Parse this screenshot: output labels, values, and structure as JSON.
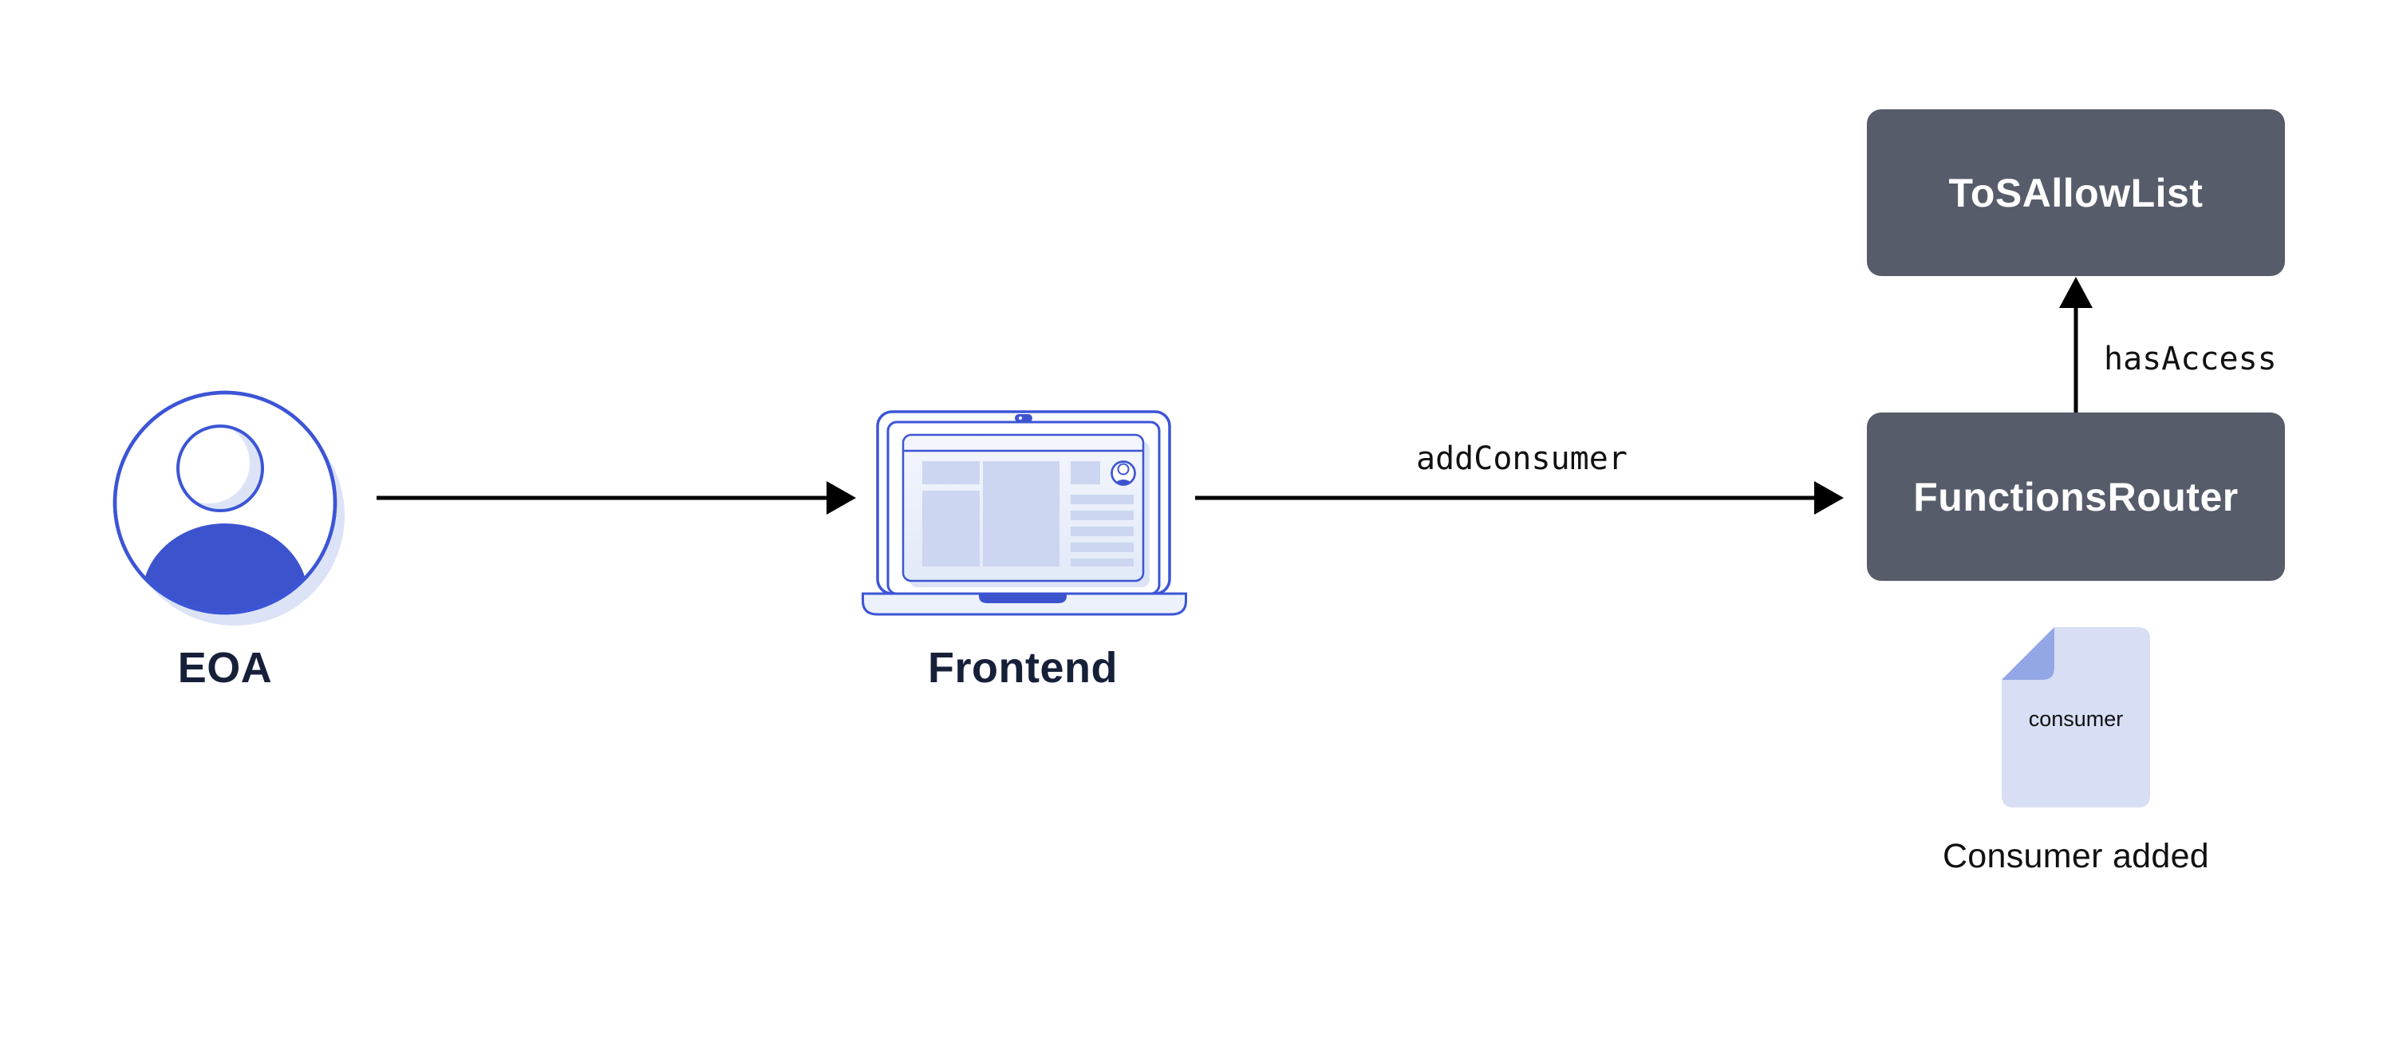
{
  "diagram": {
    "nodes": [
      {
        "id": "eoa",
        "label": "EOA",
        "icon": "user-avatar-icon"
      },
      {
        "id": "frontend",
        "label": "Frontend",
        "icon": "laptop-icon"
      },
      {
        "id": "functions-router",
        "label": "FunctionsRouter",
        "kind": "contract-box"
      },
      {
        "id": "tos-allow-list",
        "label": "ToSAllowList",
        "kind": "contract-box"
      }
    ],
    "edges": [
      {
        "from": "eoa",
        "to": "frontend"
      },
      {
        "from": "frontend",
        "to": "functions-router",
        "label": "addConsumer"
      },
      {
        "from": "functions-router",
        "to": "tos-allow-list",
        "label": "hasAccess"
      }
    ],
    "artifact": {
      "file_text": "consumer",
      "caption": "Consumer added"
    }
  },
  "colors": {
    "background": "#FFFFFF",
    "accent_blue_stroke": "#3C55D6",
    "solid_blue_fill": "#3D53CE",
    "lavender_fill": "#D8DFF5",
    "lavender_shadow": "#DCE3F7",
    "lavender_block": "#CCD6F0",
    "fold_blue": "#93A6E6",
    "contract_box_bg": "#565C6A",
    "contract_box_text": "#FFFFFF",
    "heading_text": "#162039",
    "code_text": "#111111",
    "arrow": "#000000"
  }
}
